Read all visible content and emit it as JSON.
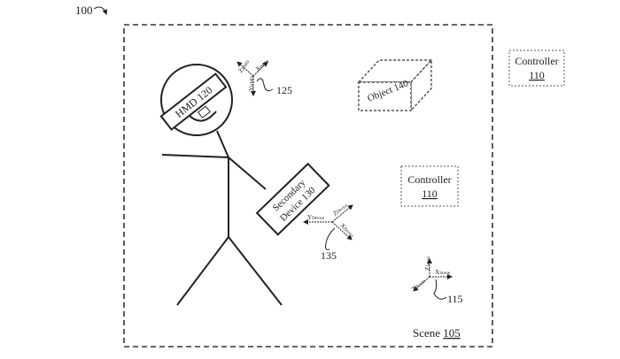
{
  "figure_ref": "100",
  "scene": {
    "label": "Scene",
    "ref": "105"
  },
  "controllers": [
    {
      "label": "Controller",
      "ref": "110"
    },
    {
      "label": "Controller",
      "ref": "110"
    }
  ],
  "hmd": {
    "label": "HMD 120"
  },
  "secondary_device": {
    "line1": "Secondary",
    "line2": "Device 130"
  },
  "object": {
    "label": "Object 140"
  },
  "axes": {
    "hmd": {
      "ref": "125",
      "x": "X",
      "x_sub": "HMD",
      "y": "Y",
      "y_sub": "HMD",
      "z": "Z",
      "z_sub": "HMD"
    },
    "device": {
      "ref": "135",
      "x": "X",
      "x_sub": "Device",
      "y": "Y",
      "y_sub": "Device",
      "z": "Z",
      "z_sub": "Device"
    },
    "scene": {
      "ref": "115",
      "x": "X",
      "x_sub": "Scene",
      "y": "Y",
      "y_sub": "Scene",
      "z": "Z",
      "z_sub": "Scene"
    }
  }
}
